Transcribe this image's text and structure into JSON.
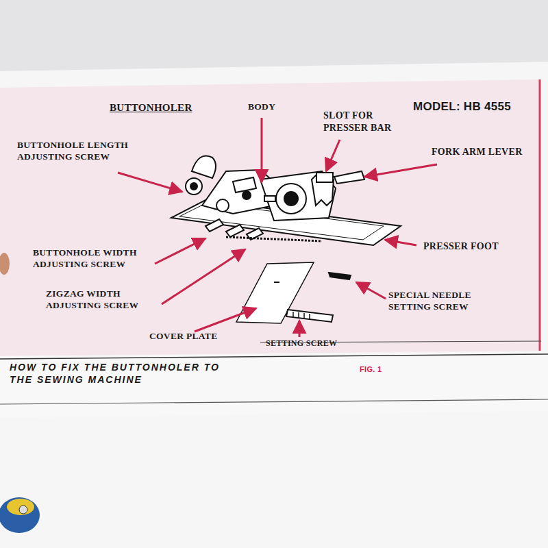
{
  "diagram": {
    "title": "BUTTONHOLER",
    "labels": [
      "BODY",
      "SLOT FOR PRESSER BAR",
      "MODEL: HB 4555",
      "FORK ARM LEVER",
      "BUTTONHOLE LENGTH ADJUSTING SCREW",
      "PRESSER FOOT",
      "BUTTONHOLE WIDTH ADJUSTING SCREW",
      "ZIGZAG WIDTH ADJUSTING SCREW",
      "SPECIAL NEEDLE SETTING SCREW",
      "COVER PLATE",
      "SETTING SCREW",
      "HOW TO FIX THE BUTTONHOLER TO THE SEWING MACHINE",
      "FIG. 1"
    ]
  }
}
